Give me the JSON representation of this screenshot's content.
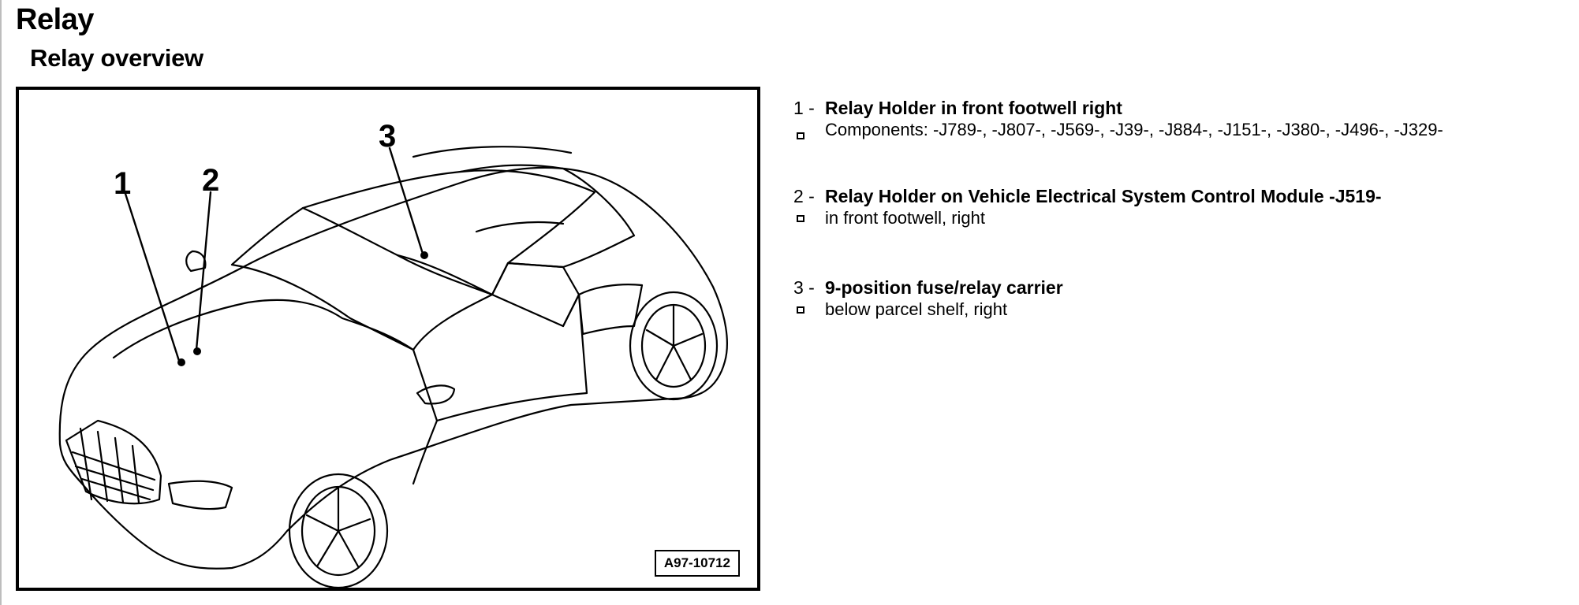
{
  "page": {
    "title": "Relay",
    "subtitle": "Relay overview"
  },
  "figure": {
    "image_id": "A97-10712",
    "callouts": [
      "1",
      "2",
      "3"
    ]
  },
  "legend": {
    "items": [
      {
        "number": "1 -",
        "label": "Relay Holder in front footwell right",
        "detail": "Components: -J789-, -J807-, -J569-, -J39-, -J884-, -J151-, -J380-, -J496-, -J329-"
      },
      {
        "number": "2 -",
        "label": "Relay Holder on Vehicle Electrical System Control Module -J519-",
        "detail": "in front footwell, right"
      },
      {
        "number": "3 -",
        "label": "9-position fuse/relay carrier",
        "detail": "below parcel shelf, right"
      }
    ]
  },
  "colors": {
    "ink": "#000000",
    "page_border": "#bdbdbd",
    "background": "#ffffff"
  }
}
